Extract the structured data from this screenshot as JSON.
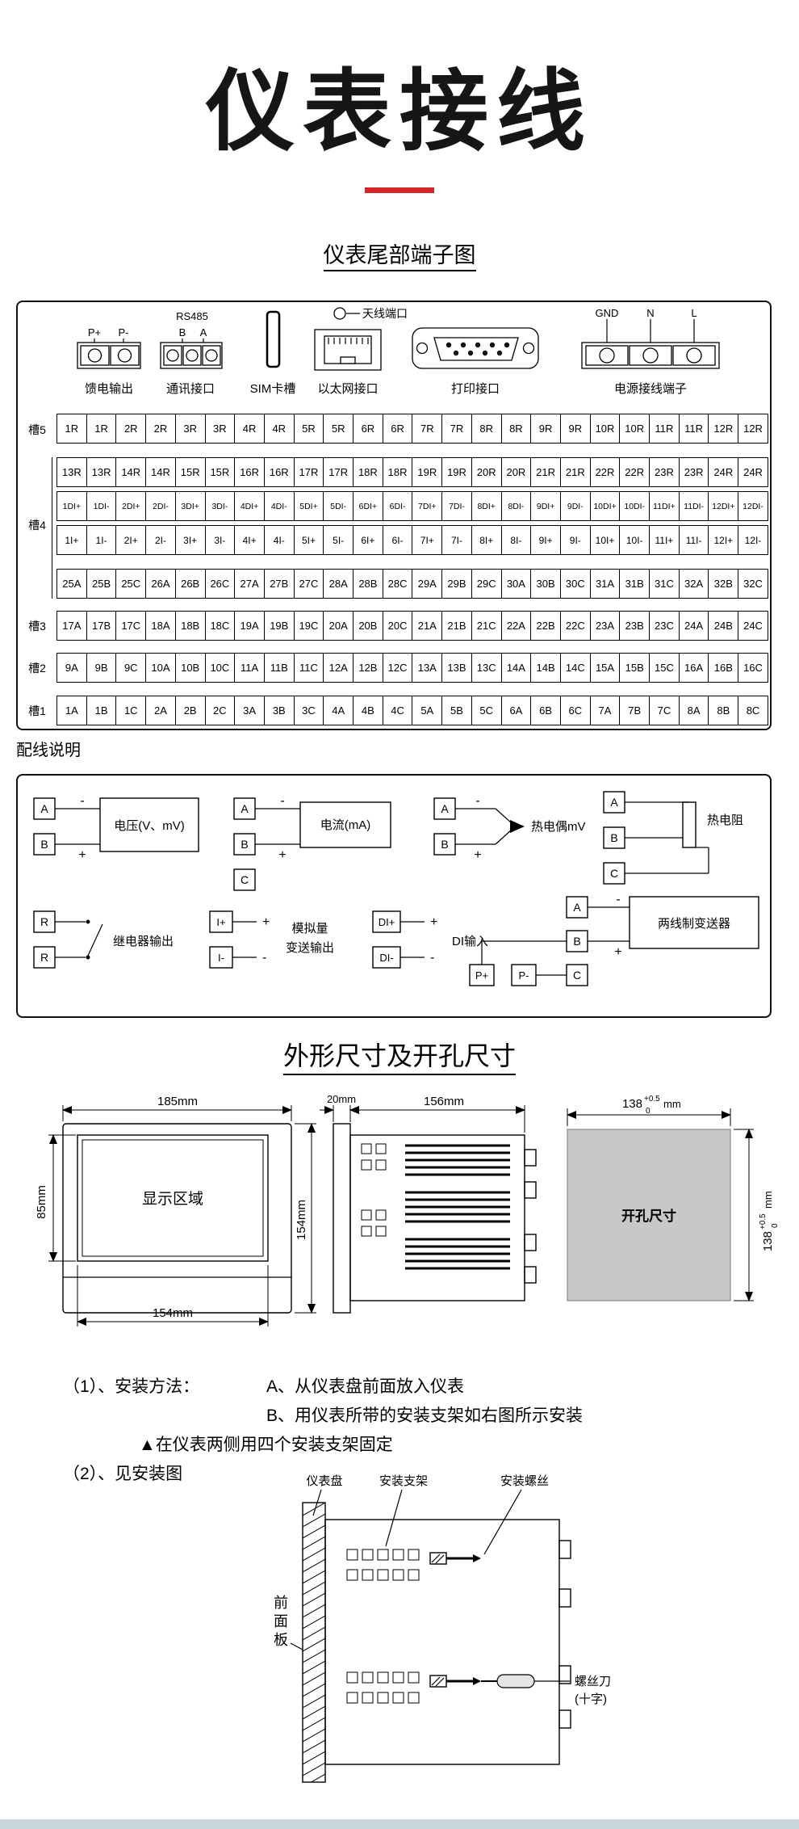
{
  "page": {
    "title": "仪表接线",
    "terminal_section_title": "仪表尾部端子图",
    "wiring_section_title": "配线说明",
    "dimension_section_title": "外形尺寸及开孔尺寸"
  },
  "colors": {
    "accent_red": "#d42626",
    "hole_gray": "#c8c8c8",
    "footer_strip": "#c9d6de"
  },
  "rear_panel": {
    "feed": {
      "p_plus": "P+",
      "p_minus": "P-",
      "label": "馈电输出"
    },
    "comm": {
      "title": "RS485",
      "b": "B",
      "a": "A",
      "label": "通讯接口"
    },
    "sim": {
      "label": "SIM卡槽"
    },
    "ethernet": {
      "label": "以太网接口"
    },
    "antenna": {
      "label": "天线端口"
    },
    "printer": {
      "label": "打印接口"
    },
    "power": {
      "gnd": "GND",
      "n": "N",
      "l": "L",
      "label": "电源接线端子"
    }
  },
  "terminal": {
    "slot5": "槽5",
    "slot4": "槽4",
    "slot3": "槽3",
    "slot2": "槽2",
    "slot1": "槽1",
    "rows": [
      [
        "1R",
        "1R",
        "2R",
        "2R",
        "3R",
        "3R",
        "4R",
        "4R",
        "5R",
        "5R",
        "6R",
        "6R",
        "7R",
        "7R",
        "8R",
        "8R",
        "9R",
        "9R",
        "10R",
        "10R",
        "11R",
        "11R",
        "12R",
        "12R"
      ],
      [
        "13R",
        "13R",
        "14R",
        "14R",
        "15R",
        "15R",
        "16R",
        "16R",
        "17R",
        "17R",
        "18R",
        "18R",
        "19R",
        "19R",
        "20R",
        "20R",
        "21R",
        "21R",
        "22R",
        "22R",
        "23R",
        "23R",
        "24R",
        "24R"
      ],
      [
        "1DI+",
        "1DI-",
        "2DI+",
        "2DI-",
        "3DI+",
        "3DI-",
        "4DI+",
        "4DI-",
        "5DI+",
        "5DI-",
        "6DI+",
        "6DI-",
        "7DI+",
        "7DI-",
        "8DI+",
        "8DI-",
        "9DI+",
        "9DI-",
        "10DI+",
        "10DI-",
        "11DI+",
        "11DI-",
        "12DI+",
        "12DI-"
      ],
      [
        "1I+",
        "1I-",
        "2I+",
        "2I-",
        "3I+",
        "3I-",
        "4I+",
        "4I-",
        "5I+",
        "5I-",
        "6I+",
        "6I-",
        "7I+",
        "7I-",
        "8I+",
        "8I-",
        "9I+",
        "9I-",
        "10I+",
        "10I-",
        "11I+",
        "11I-",
        "12I+",
        "12I-"
      ],
      [
        "25A",
        "25B",
        "25C",
        "26A",
        "26B",
        "26C",
        "27A",
        "27B",
        "27C",
        "28A",
        "28B",
        "28C",
        "29A",
        "29B",
        "29C",
        "30A",
        "30B",
        "30C",
        "31A",
        "31B",
        "31C",
        "32A",
        "32B",
        "32C"
      ],
      [
        "17A",
        "17B",
        "17C",
        "18A",
        "18B",
        "18C",
        "19A",
        "19B",
        "19C",
        "20A",
        "20B",
        "20C",
        "21A",
        "21B",
        "21C",
        "22A",
        "22B",
        "22C",
        "23A",
        "23B",
        "23C",
        "24A",
        "24B",
        "24C"
      ],
      [
        "9A",
        "9B",
        "9C",
        "10A",
        "10B",
        "10C",
        "11A",
        "11B",
        "11C",
        "12A",
        "12B",
        "12C",
        "13A",
        "13B",
        "13C",
        "14A",
        "14B",
        "14C",
        "15A",
        "15B",
        "15C",
        "16A",
        "16B",
        "16C"
      ],
      [
        "1A",
        "1B",
        "1C",
        "2A",
        "2B",
        "2C",
        "3A",
        "3B",
        "3C",
        "4A",
        "4B",
        "4C",
        "5A",
        "5B",
        "5C",
        "6A",
        "6B",
        "6C",
        "7A",
        "7B",
        "7C",
        "8A",
        "8B",
        "8C"
      ]
    ]
  },
  "wiring": {
    "voltage": {
      "t1": "A",
      "t2": "B",
      "minus": "-",
      "plus": "+",
      "label": "电压(V、mV)"
    },
    "current": {
      "t1": "A",
      "t2": "B",
      "t3": "C",
      "minus": "-",
      "plus": "+",
      "label": "电流(mA)"
    },
    "thermocouple": {
      "t1": "A",
      "t2": "B",
      "minus": "-",
      "plus": "+",
      "label": "热电偶mV"
    },
    "rtd": {
      "t1": "A",
      "t2": "B",
      "t3": "C",
      "label": "热电阻"
    },
    "relay": {
      "t1": "R",
      "t2": "R",
      "label": "继电器输出"
    },
    "analog_out": {
      "t1": "I+",
      "t2": "I-",
      "plus": "+",
      "minus": "-",
      "label_line1": "模拟量",
      "label_line2": "变送输出"
    },
    "di": {
      "t1": "DI+",
      "t2": "DI-",
      "plus": "+",
      "minus": "-",
      "label": "DI输入"
    },
    "transmitter": {
      "t1": "A",
      "t2": "B",
      "t3": "C",
      "t4": "P+",
      "t5": "P-",
      "minus": "-",
      "plus": "+",
      "label": "两线制变送器"
    }
  },
  "dims": {
    "front": {
      "width": "185mm",
      "display_height": "85mm",
      "display_width": "154mm",
      "height": "154mm",
      "display_label": "显示区域"
    },
    "side": {
      "panel_depth": "20mm",
      "body_depth": "156mm"
    },
    "hole": {
      "label": "开孔尺寸",
      "value": "138",
      "tol_upper": "+0.5",
      "tol_lower": "0",
      "unit": "mm"
    }
  },
  "install": {
    "step1_prefix": "（1）、安装方法：",
    "step1_a": "A、从仪表盘前面放入仪表",
    "step1_b": "B、用仪表所带的安装支架如右图所示安装",
    "note": "▲在仪表两侧用四个安装支架固定",
    "step2": "（2）、见安装图",
    "labels": {
      "panel": "仪表盘",
      "bracket": "安装支架",
      "screw": "安装螺丝",
      "front_panel": "前面板",
      "screwdriver_line1": "螺丝刀",
      "screwdriver_line2": "(十字)"
    }
  }
}
